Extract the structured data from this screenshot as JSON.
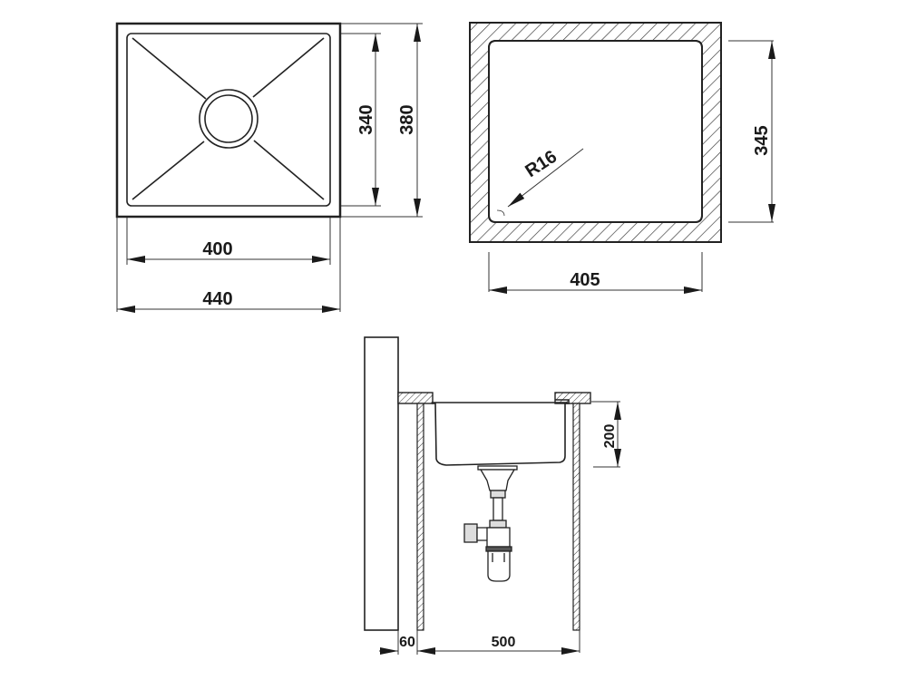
{
  "top_view": {
    "dims": {
      "inner_width": "400",
      "outer_width": "440",
      "inner_height": "340",
      "outer_height": "380"
    }
  },
  "cutout_view": {
    "dims": {
      "width": "405",
      "height": "345",
      "corner_radius": "R16"
    }
  },
  "section_view": {
    "dims": {
      "depth": "200",
      "wall_gap": "60",
      "cabinet_width": "500"
    }
  },
  "colors": {
    "line": "#222222",
    "background": "#ffffff"
  }
}
